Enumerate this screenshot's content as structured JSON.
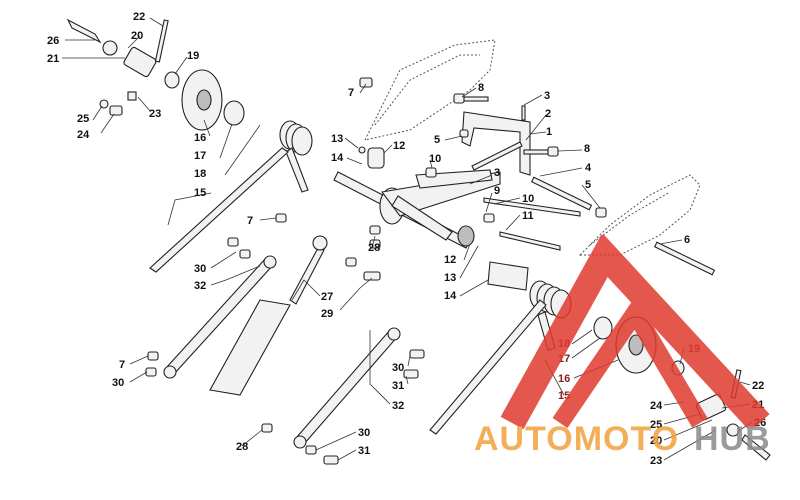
{
  "callouts": {
    "c22a": "22",
    "c26a": "26",
    "c20a": "20",
    "c21a": "21",
    "c19a": "19",
    "c25a": "25",
    "c23a": "23",
    "c24a": "24",
    "c16a": "16",
    "c17a": "17",
    "c18a": "18",
    "c15a": "15",
    "c7a": "7",
    "c8a": "8",
    "c3a": "3",
    "c2": "2",
    "c1": "1",
    "c5a": "5",
    "c8b": "8",
    "c4": "4",
    "c5b": "5",
    "c13a": "13",
    "c12a": "12",
    "c14a": "14",
    "c10a": "10",
    "c3b": "3",
    "c9": "9",
    "c10b": "10",
    "c11": "11",
    "c7b": "7",
    "c28a": "28",
    "c12b": "12",
    "c13b": "13",
    "c14b": "14",
    "c30a": "30",
    "c32a": "32",
    "c27": "27",
    "c29": "29",
    "c6": "6",
    "c7c": "7",
    "c30b": "30",
    "c30c": "30",
    "c31a": "31",
    "c32b": "32",
    "c18b": "18",
    "c17b": "17",
    "c19b": "19",
    "c16b": "16",
    "c15b": "15",
    "c22b": "22",
    "c24b": "24",
    "c21b": "21",
    "c25b": "25",
    "c26b": "26",
    "c20b": "20",
    "c23b": "23",
    "c28b": "28",
    "c30d": "30",
    "c31b": "31"
  },
  "logo": {
    "word_a": "AUTOMOTO",
    "word_b": "HUB",
    "colors": {
      "red": "#e03a2f",
      "orange": "#f2a23a",
      "gray": "#8a8a8a"
    }
  }
}
